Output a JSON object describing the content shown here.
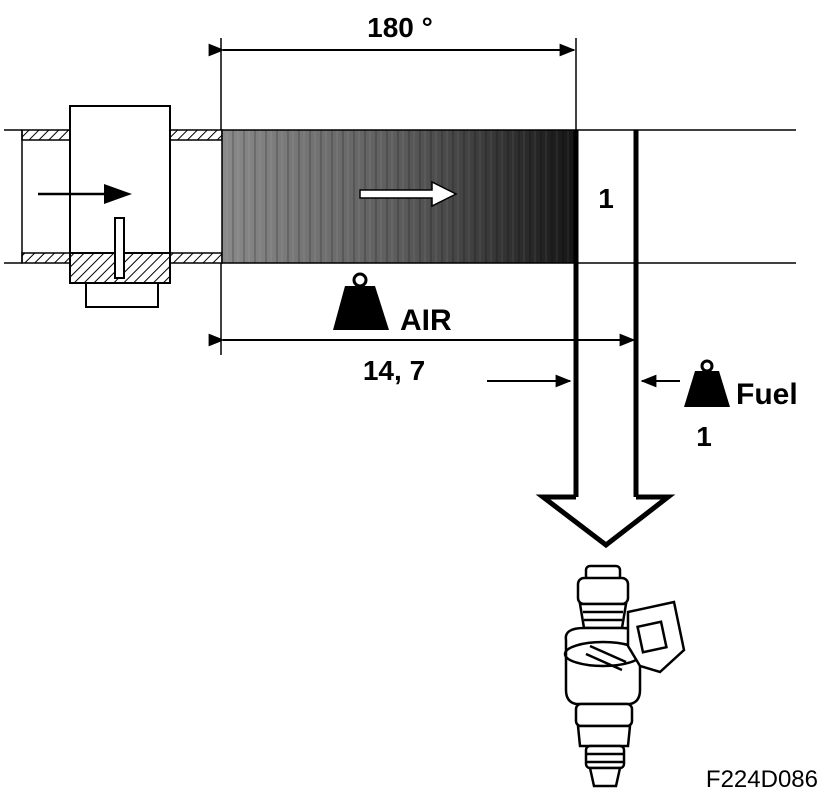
{
  "labels": {
    "angle": "180 °",
    "air": "AIR",
    "air_ratio": "14, 7",
    "fuel": "Fuel",
    "fuel_ratio": "1",
    "cylinder_number": "1",
    "figure_code": "F224D086"
  },
  "icons": {
    "air_weight": "weight-icon",
    "fuel_weight": "weight-icon",
    "injector": "fuel-injector-icon",
    "throttle": "throttle-body-icon"
  }
}
